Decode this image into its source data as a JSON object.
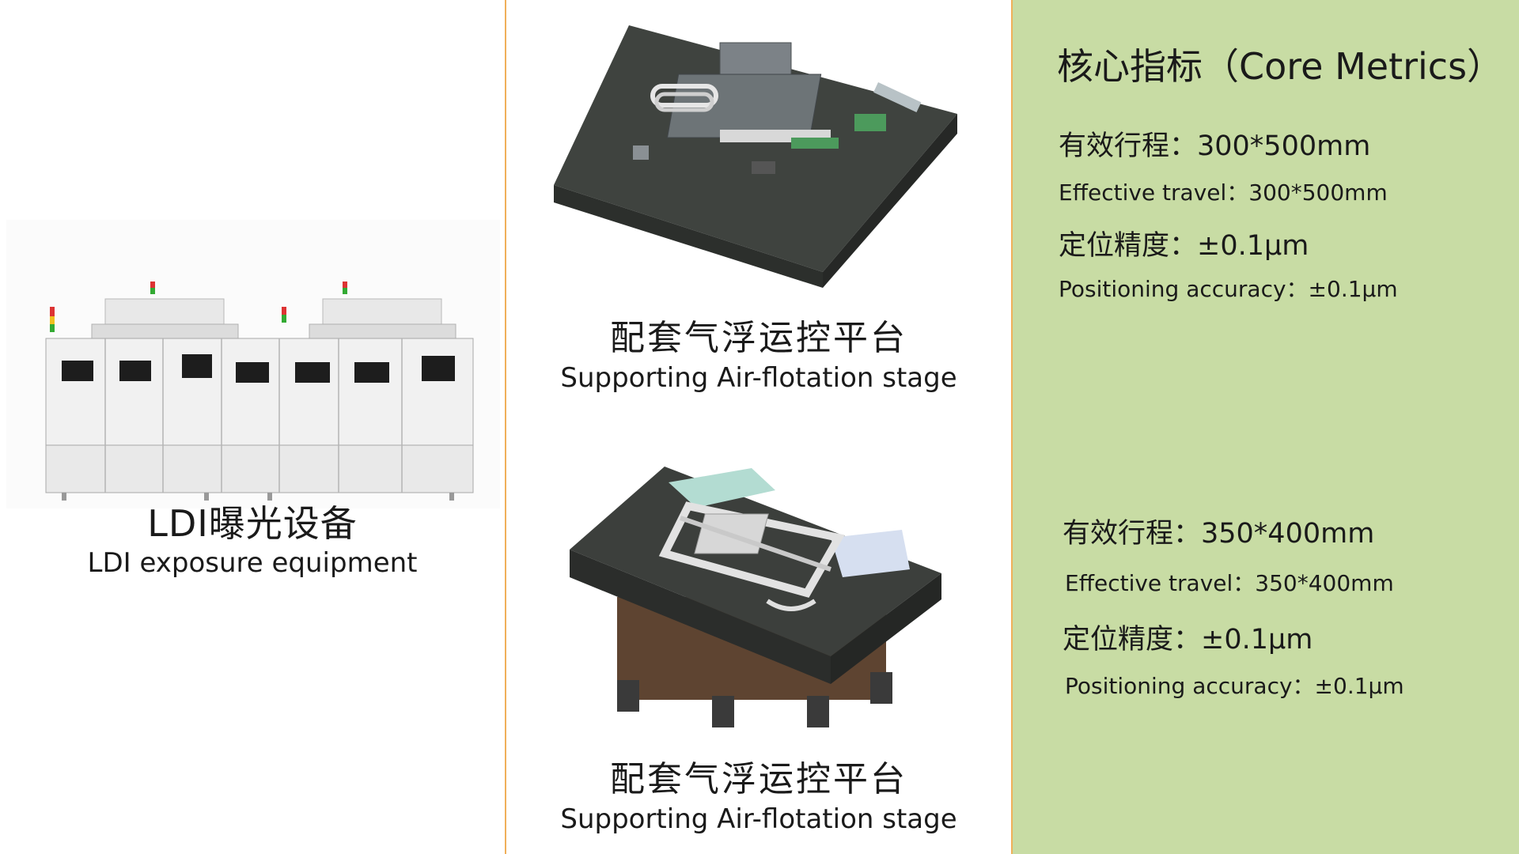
{
  "left": {
    "title_cn": "LDI曝光设备",
    "title_en": "LDI exposure equipment"
  },
  "center": {
    "stage1": {
      "title_cn": "配套气浮运控平台",
      "title_en": "Supporting Air-flotation stage"
    },
    "stage2": {
      "title_cn": "配套气浮运控平台",
      "title_en": "Supporting Air-flotation stage"
    }
  },
  "metrics": {
    "title": "核心指标（Core Metrics）",
    "set1": {
      "travel_cn": "有效行程：300*500mm",
      "travel_en": "Effective travel：300*500mm",
      "accuracy_cn": "定位精度：±0.1μm",
      "accuracy_en": "Positioning accuracy：±0.1μm"
    },
    "set2": {
      "travel_cn": "有效行程：350*400mm",
      "travel_en": "Effective travel：350*400mm",
      "accuracy_cn": "定位精度：±0.1μm",
      "accuracy_en": "Positioning accuracy：±0.1μm"
    }
  },
  "colors": {
    "divider": "#f0b05a",
    "right_panel": "#c8dca4",
    "granite": "#3a3d3a",
    "machine": "#eeeeee"
  }
}
